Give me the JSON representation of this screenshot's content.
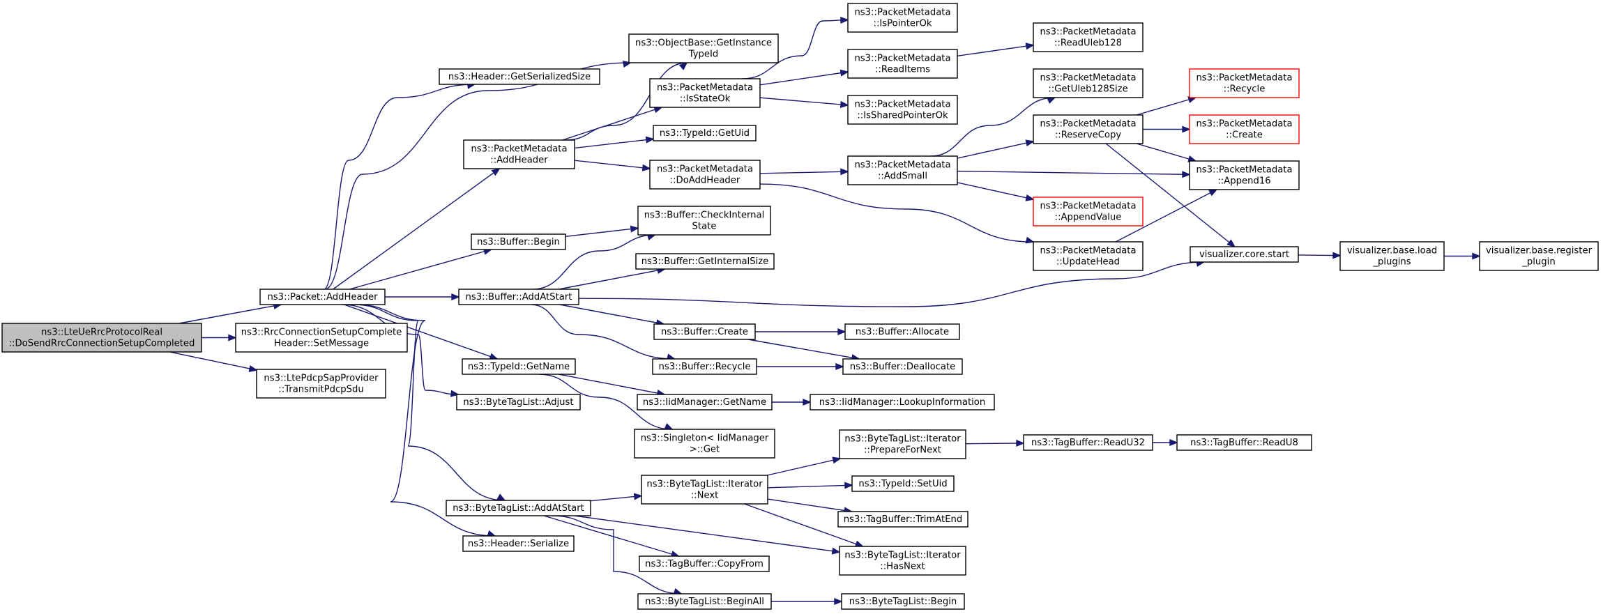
{
  "graph": {
    "nodes": {
      "root": [
        "ns3::LteUeRrcProtocolReal",
        "::DoSendRrcConnectionSetupCompleted"
      ],
      "pkt_addheader": [
        "ns3::Packet::AddHeader"
      ],
      "rrc_setmsg": [
        "ns3::RrcConnectionSetupComplete",
        "Header::SetMessage"
      ],
      "pdcp_transmit": [
        "ns3::LtePdcpSapProvider",
        "::TransmitPdcpSdu"
      ],
      "hdr_getsize": [
        "ns3::Header::GetSerializedSize"
      ],
      "pm_addheader": [
        "ns3::PacketMetadata",
        "::AddHeader"
      ],
      "buf_begin": [
        "ns3::Buffer::Begin"
      ],
      "buf_addatstart": [
        "ns3::Buffer::AddAtStart"
      ],
      "typeid_getname": [
        "ns3::TypeId::GetName"
      ],
      "btl_adjust": [
        "ns3::ByteTagList::Adjust"
      ],
      "btl_addatstart": [
        "ns3::ByteTagList::AddAtStart"
      ],
      "hdr_serialize": [
        "ns3::Header::Serialize"
      ],
      "objbase_gettid": [
        "ns3::ObjectBase::GetInstance",
        "TypeId"
      ],
      "pm_isstateok": [
        "ns3::PacketMetadata",
        "::IsStateOk"
      ],
      "typeid_getuid": [
        "ns3::TypeId::GetUid"
      ],
      "pm_doaddheader": [
        "ns3::PacketMetadata",
        "::DoAddHeader"
      ],
      "buf_checkinternal": [
        "ns3::Buffer::CheckInternal",
        "State"
      ],
      "buf_getinternalsize": [
        "ns3::Buffer::GetInternalSize"
      ],
      "buf_create": [
        "ns3::Buffer::Create"
      ],
      "buf_recycle": [
        "ns3::Buffer::Recycle"
      ],
      "iid_getname": [
        "ns3::IidManager::GetName"
      ],
      "singleton_get": [
        "ns3::Singleton< IidManager",
        ">::Get"
      ],
      "btl_it_next": [
        "ns3::ByteTagList::Iterator",
        "::Next"
      ],
      "tb_copyfrom": [
        "ns3::TagBuffer::CopyFrom"
      ],
      "btl_beginall": [
        "ns3::ByteTagList::BeginAll"
      ],
      "pm_ispointerok": [
        "ns3::PacketMetadata",
        "::IsPointerOk"
      ],
      "pm_readitems": [
        "ns3::PacketMetadata",
        "::ReadItems"
      ],
      "pm_issharedptrok": [
        "ns3::PacketMetadata",
        "::IsSharedPointerOk"
      ],
      "pm_addsmall": [
        "ns3::PacketMetadata",
        "::AddSmall"
      ],
      "buf_allocate": [
        "ns3::Buffer::Allocate"
      ],
      "buf_deallocate": [
        "ns3::Buffer::Deallocate"
      ],
      "iid_lookupinfo": [
        "ns3::IidManager::LookupInformation"
      ],
      "btl_it_preparefornext": [
        "ns3::ByteTagList::Iterator",
        "::PrepareForNext"
      ],
      "typeid_setuid": [
        "ns3::TypeId::SetUid"
      ],
      "tb_trimatend": [
        "ns3::TagBuffer::TrimAtEnd"
      ],
      "btl_it_hasnext": [
        "ns3::ByteTagList::Iterator",
        "::HasNext"
      ],
      "btl_begin": [
        "ns3::ByteTagList::Begin"
      ],
      "pm_readuleb128": [
        "ns3::PacketMetadata",
        "::ReadUleb128"
      ],
      "pm_getuleb128size": [
        "ns3::PacketMetadata",
        "::GetUleb128Size"
      ],
      "pm_reservecopy": [
        "ns3::PacketMetadata",
        "::ReserveCopy"
      ],
      "pm_updatehead": [
        "ns3::PacketMetadata",
        "::UpdateHead"
      ],
      "tb_readu32": [
        "ns3::TagBuffer::ReadU32"
      ],
      "pm_recycle": [
        "ns3::PacketMetadata",
        "::Recycle"
      ],
      "pm_create": [
        "ns3::PacketMetadata",
        "::Create"
      ],
      "pm_append16": [
        "ns3::PacketMetadata",
        "::Append16"
      ],
      "pm_appendvalue": [
        "ns3::PacketMetadata",
        "::AppendValue"
      ],
      "viz_core_start": [
        "visualizer.core.start"
      ],
      "tb_readu8": [
        "ns3::TagBuffer::ReadU8"
      ],
      "viz_base_load": [
        "visualizer.base.load",
        "_plugins"
      ],
      "viz_base_register": [
        "visualizer.base.register",
        "_plugin"
      ]
    },
    "root_node": "root",
    "truncated_nodes": [
      "pm_recycle",
      "pm_create",
      "pm_appendvalue"
    ],
    "colors": {
      "edge": "#191970",
      "node_border": "#000000",
      "truncated_border": "#ff0000",
      "root_fill": "#bfbfbf",
      "node_fill": "#ffffff"
    }
  }
}
